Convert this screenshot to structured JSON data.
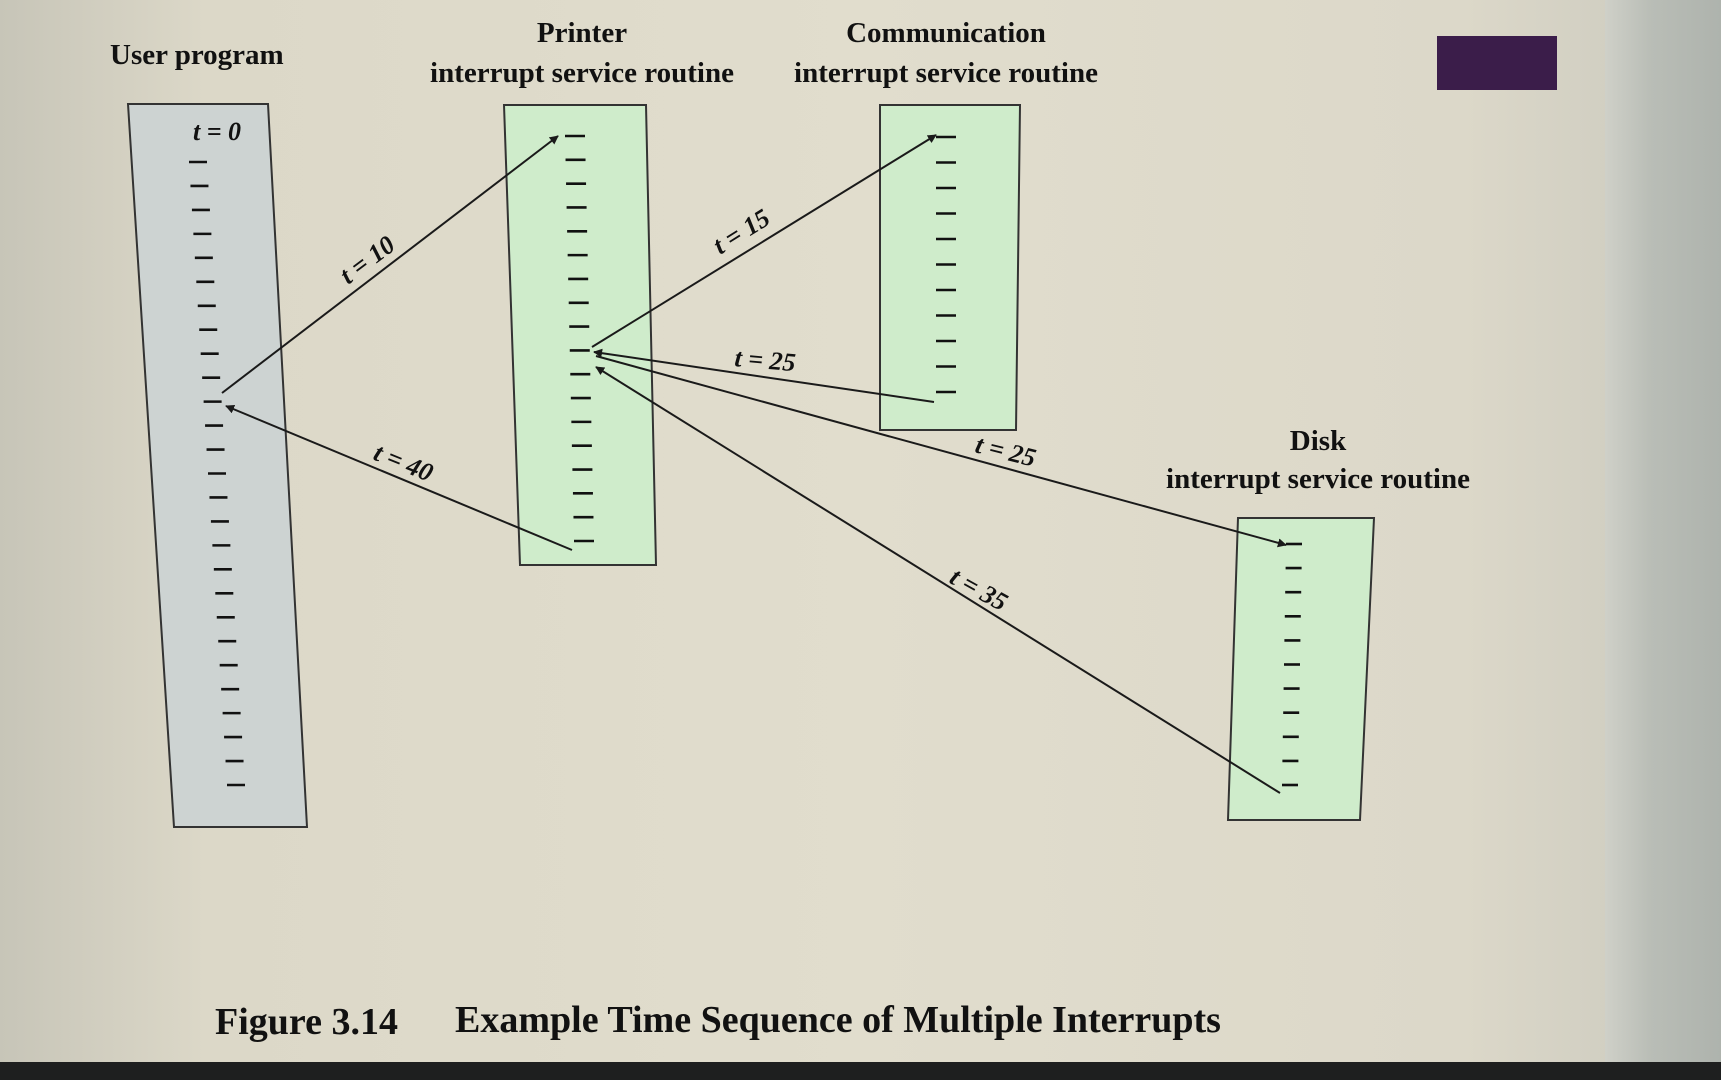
{
  "labels": {
    "user_program": "User program",
    "printer_line1": "Printer",
    "printer_line2": "interrupt service routine",
    "comm_line1": "Communication",
    "comm_line2": "interrupt service routine",
    "disk_line1": "Disk",
    "disk_line2": "interrupt service routine",
    "t0": "t = 0"
  },
  "arrows": {
    "t10": "t = 10",
    "t15": "t = 15",
    "t25a": "t = 25",
    "t25b": "t = 25",
    "t35": "t = 35",
    "t40": "t = 40"
  },
  "caption": {
    "number": "Figure 3.14",
    "title": "Example Time Sequence of Multiple Interrupts"
  },
  "colors": {
    "user_box": "#cdd3d2",
    "isr_box": "#cfeccb",
    "badge": "#3b1d4a"
  }
}
